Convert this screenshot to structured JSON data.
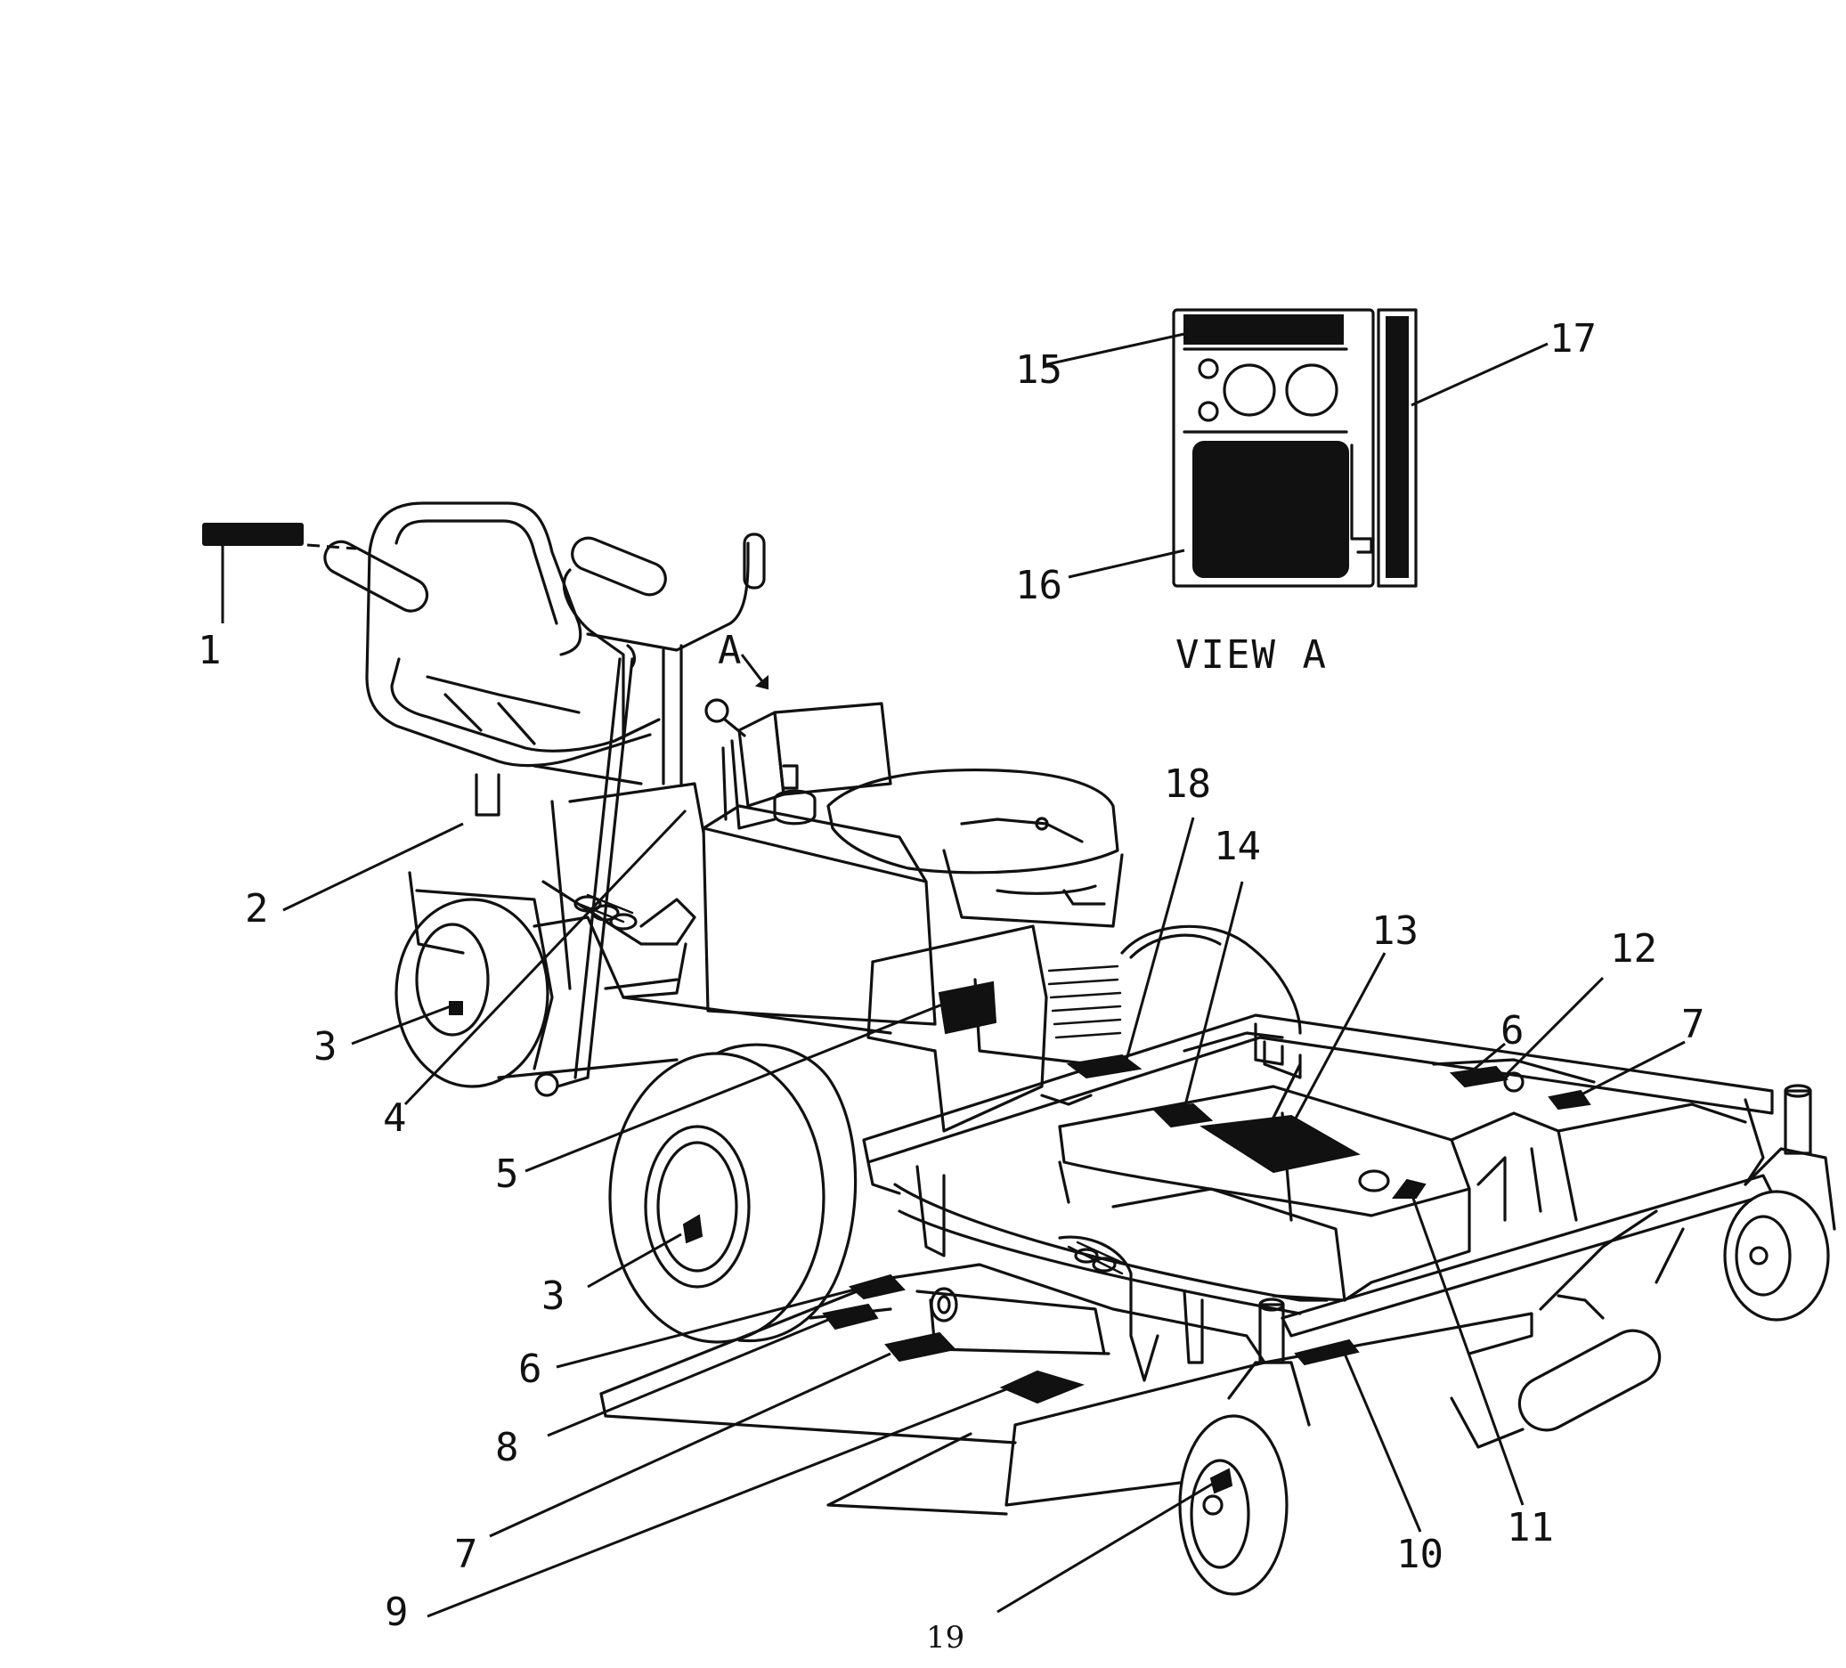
{
  "figure": {
    "view_label": "VIEW A",
    "view_marker": "A",
    "page_number": "19"
  },
  "callouts": [
    {
      "id": "c1",
      "text": "1"
    },
    {
      "id": "c2",
      "text": "2"
    },
    {
      "id": "c3a",
      "text": "3"
    },
    {
      "id": "c4",
      "text": "4"
    },
    {
      "id": "c5",
      "text": "5"
    },
    {
      "id": "c3b",
      "text": "3"
    },
    {
      "id": "c6a",
      "text": "6"
    },
    {
      "id": "c8",
      "text": "8"
    },
    {
      "id": "c7a",
      "text": "7"
    },
    {
      "id": "c9",
      "text": "9"
    },
    {
      "id": "c18",
      "text": "18"
    },
    {
      "id": "c14",
      "text": "14"
    },
    {
      "id": "c13",
      "text": "13"
    },
    {
      "id": "c6b",
      "text": "6"
    },
    {
      "id": "c12",
      "text": "12"
    },
    {
      "id": "c7b",
      "text": "7"
    },
    {
      "id": "c10",
      "text": "10"
    },
    {
      "id": "c11",
      "text": "11"
    },
    {
      "id": "c19",
      "text": "19"
    },
    {
      "id": "c15",
      "text": "15"
    },
    {
      "id": "c16",
      "text": "16"
    },
    {
      "id": "c17",
      "text": "17"
    }
  ]
}
